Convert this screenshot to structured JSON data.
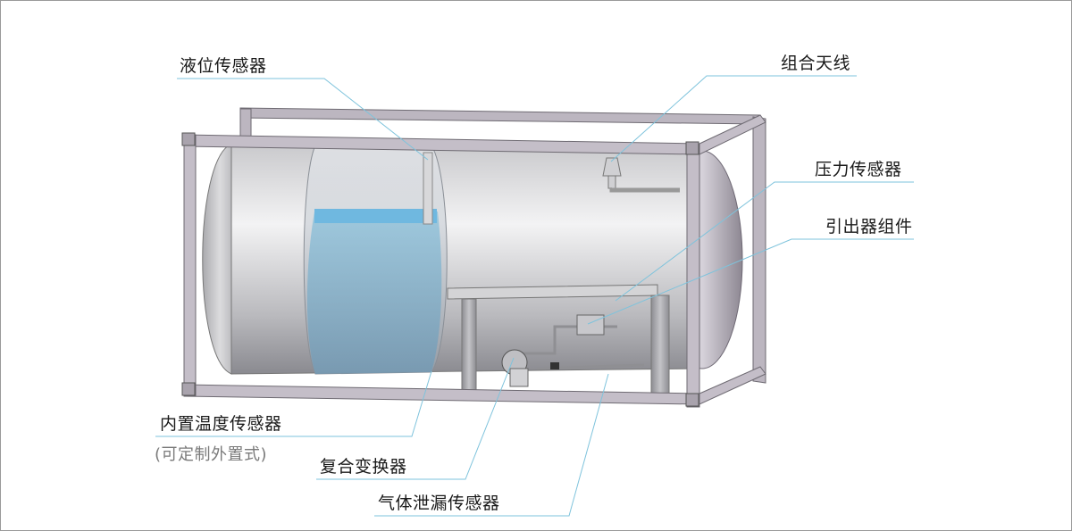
{
  "labels": {
    "liquid_level": "液位传感器",
    "antenna": "组合天线",
    "pressure": "压力传感器",
    "lead_out": "引出器组件",
    "temperature": "内置温度传感器",
    "temperature_note": "(可定制外置式)",
    "transducer": "复合变换器",
    "gas_leak": "气体泄漏传感器"
  },
  "colors": {
    "callout_line": "#7ec3dc",
    "frame_steel": "#b0a8b4",
    "liquid": "#6fb8e0"
  }
}
